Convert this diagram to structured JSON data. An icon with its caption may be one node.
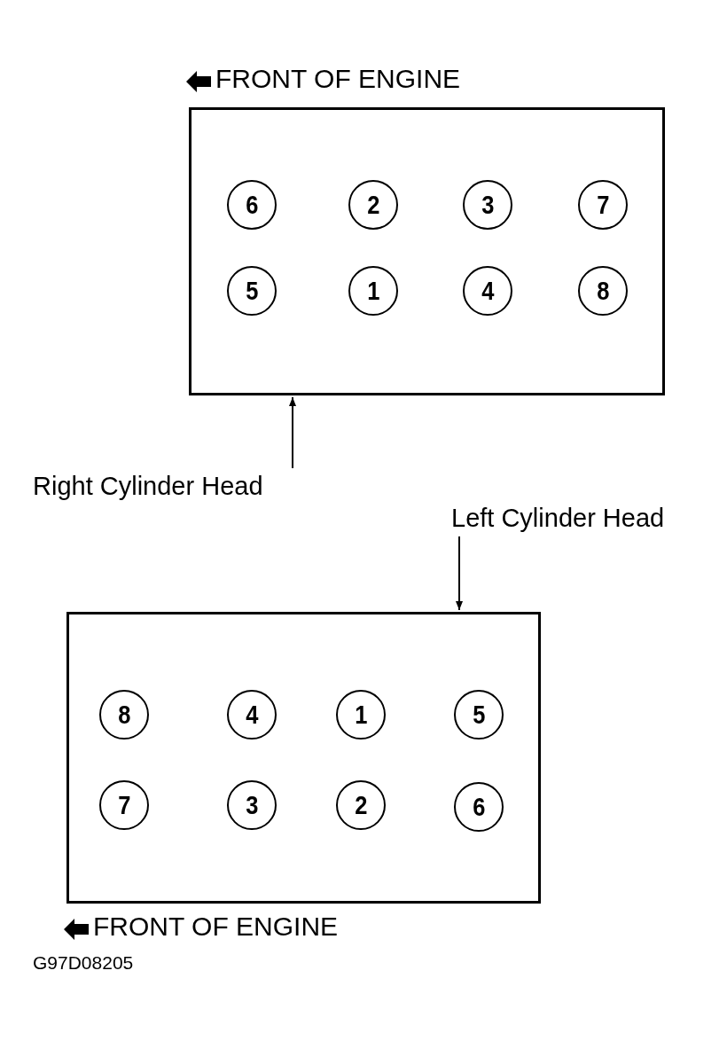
{
  "diagram": {
    "nodes": [
      {
        "text": [],
        "shape": "box"
      },
      {
        "text": [
          "6"
        ],
        "in": 0
      },
      {
        "text": [
          "2"
        ],
        "in": 0
      },
      {
        "text": [
          "3"
        ],
        "in": 0
      },
      {
        "text": [
          "7"
        ],
        "in": 0
      },
      {
        "text": [
          "5"
        ],
        "in": 0
      },
      {
        "text": [
          "1"
        ],
        "in": 0
      },
      {
        "text": [
          "4"
        ],
        "in": 0
      },
      {
        "text": [
          "8"
        ],
        "in": 0
      },
      {
        "text": [
          "Right Cylinder Head"
        ]
      },
      {
        "text": [
          "Left Cylinder Head"
        ]
      },
      {
        "text": [],
        "shape": "box"
      },
      {
        "text": [
          "8"
        ],
        "in": 11
      },
      {
        "text": [
          "4"
        ],
        "in": 11
      },
      {
        "text": [
          "1"
        ],
        "in": 11
      },
      {
        "text": [
          "5"
        ],
        "in": 11
      },
      {
        "text": [
          "7"
        ],
        "in": 11
      },
      {
        "text": [
          "3"
        ],
        "in": 11
      },
      {
        "text": [
          "2"
        ],
        "in": 11
      },
      {
        "text": [
          "6"
        ],
        "in": 11
      }
    ],
    "edges": [
      {
        "from": 9,
        "to": 0,
        "arrow": "to"
      },
      {
        "from": 10,
        "to": 11,
        "arrow": "to"
      }
    ],
    "labels": [
      "FRONT OF ENGINE",
      "FRONT OF ENGINE",
      "G97D08205"
    ]
  }
}
